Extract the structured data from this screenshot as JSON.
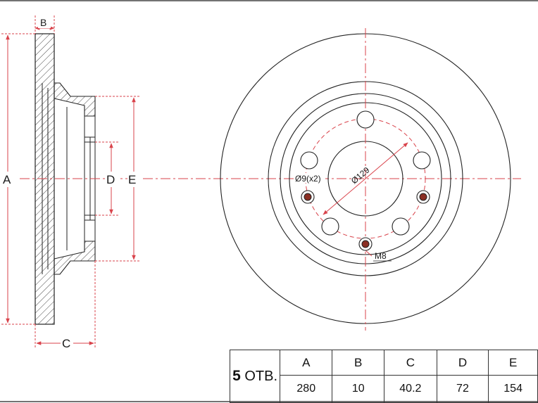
{
  "dimension_labels": {
    "a": "A",
    "b": "B",
    "c": "C",
    "d": "D",
    "e": "E"
  },
  "annotations": {
    "hole_diameter": "Ø9(x2)",
    "pcd": "Ø129",
    "thread": "M8"
  },
  "spec_table": {
    "holes_count": "5",
    "holes_unit": "ОТВ.",
    "headers": [
      "A",
      "B",
      "C",
      "D",
      "E"
    ],
    "values": [
      "280",
      "10",
      "40.2",
      "72",
      "154"
    ]
  },
  "colors": {
    "dimension": "#d9434b",
    "outline": "#222222",
    "hatch": "#333333",
    "center_hole": "#8a2f24"
  }
}
